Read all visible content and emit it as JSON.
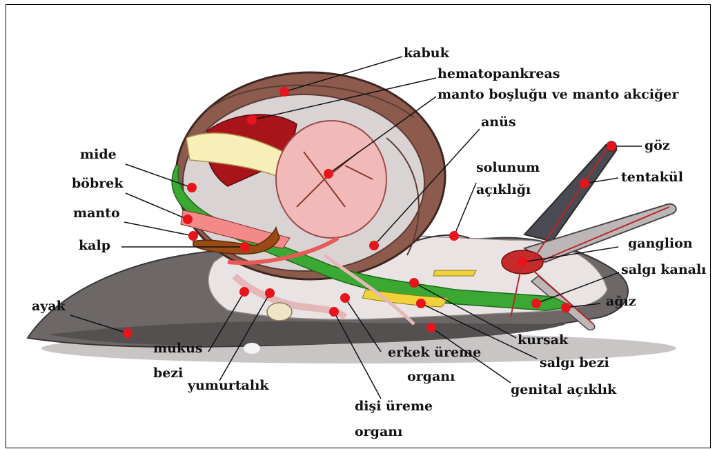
{
  "labels": {
    "kabuk": "kabuk",
    "hematopankreas": "hematopankreas",
    "manto_bosluğu": "manto boşluğu ve  manto akciğer",
    "anus": "anüs",
    "goz": "göz",
    "solunum_1": "solunum",
    "solunum_2": "açıklığı",
    "tentakul": "tentakül",
    "mide": "mide",
    "bobrek": "böbrek",
    "manto": "manto",
    "kalp": "kalp",
    "ganglion": "ganglion",
    "salgi_kanali": "salgı kanalı",
    "agiz": "ağız",
    "ayak": "ayak",
    "kursak": "kursak",
    "mukus_1": "mukus",
    "mukus_2": "bezi",
    "erkek_1": "erkek üreme",
    "erkek_2": "organı",
    "salgi_bezi": "salgı bezi",
    "genital": "genital açıklık",
    "yumurtalik": "yumurtalık",
    "disi_1": "dişi üreme",
    "disi_2": "organı"
  },
  "colors": {
    "marker": "#e8141c",
    "shell": "#8b5a4a",
    "body": "#6b6464",
    "lung": "#f2b8b8",
    "gut": "#3aa832",
    "kidney": "#e03a3a",
    "gland": "#f5e4b0"
  }
}
